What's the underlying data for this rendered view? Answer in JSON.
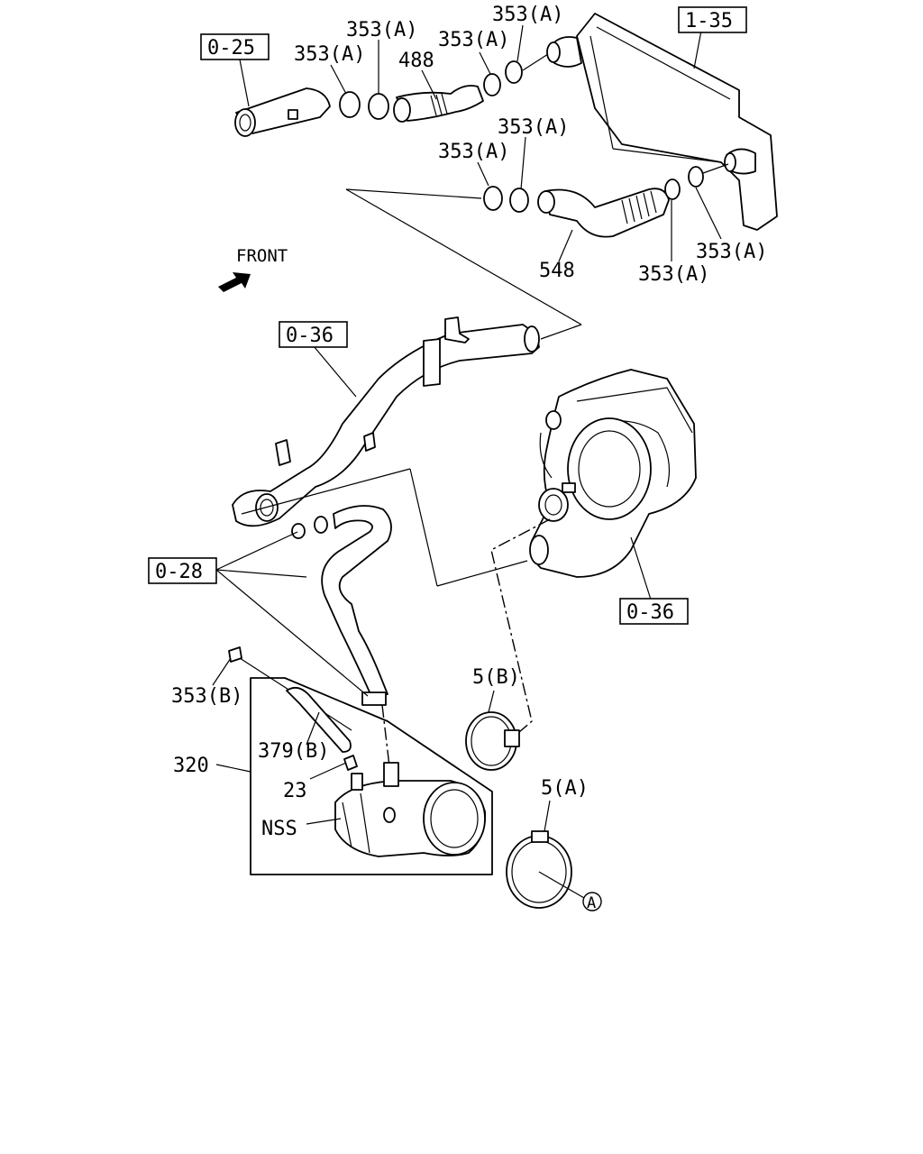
{
  "labels": {
    "ref_0_25": "0-25",
    "ref_1_35": "1-35",
    "ref_0_36_top": "0-36",
    "ref_0_36_bottom": "0-36",
    "ref_0_28": "0-28",
    "clamp_353a_1": "353(A)",
    "clamp_353a_2": "353(A)",
    "clamp_353a_3": "353(A)",
    "clamp_353a_4": "353(A)",
    "clamp_353a_5": "353(A)",
    "clamp_353a_6": "353(A)",
    "clamp_353a_7": "353(A)",
    "clamp_353a_8": "353(A)",
    "hose_488": "488",
    "hose_548": "548",
    "front": "FRONT",
    "clamp_5b": "5(B)",
    "clamp_5a": "5(A)",
    "clamp_353b": "353(B)",
    "hose_379b": "379(B)",
    "assembly_320": "320",
    "part_23": "23",
    "part_nss": "NSS",
    "circle_a": "A"
  }
}
